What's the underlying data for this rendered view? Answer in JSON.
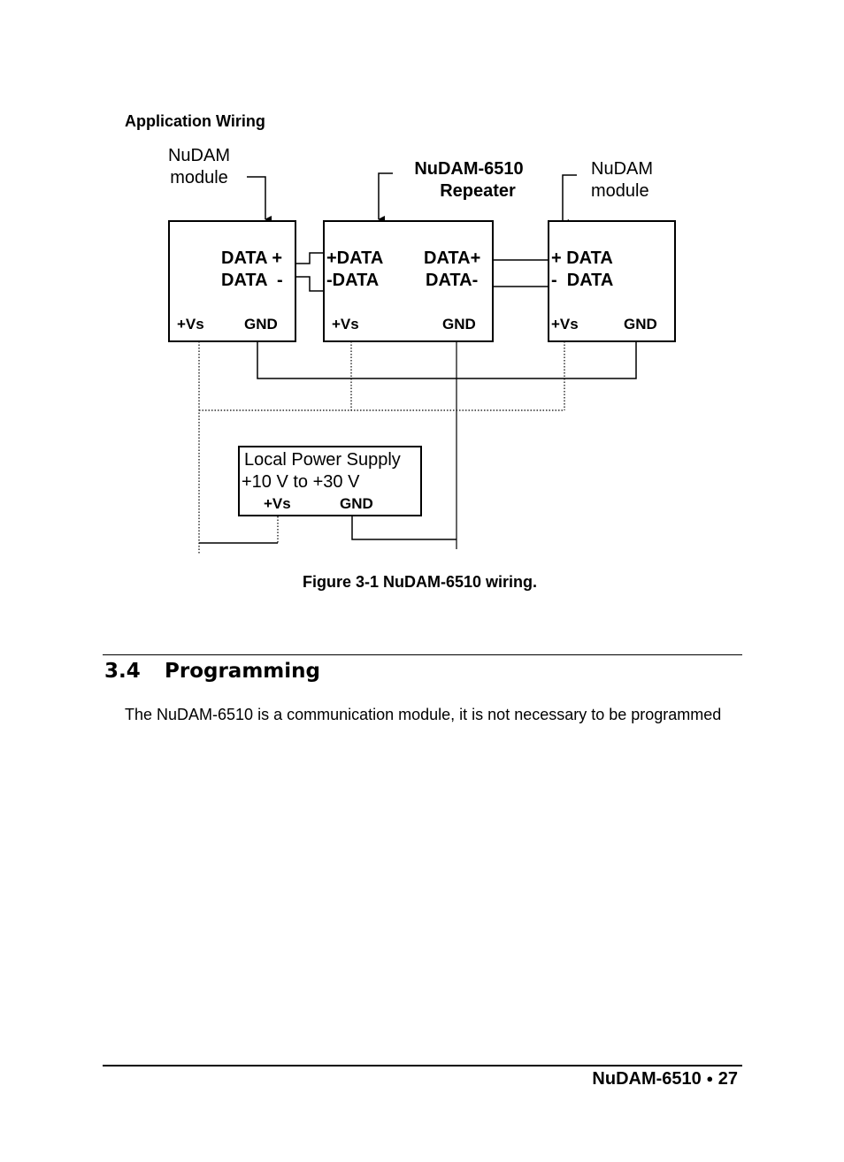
{
  "heading": "Application Wiring",
  "figure": {
    "left_module_label": [
      "NuDAM",
      "module"
    ],
    "repeater_label": [
      "NuDAM-6510",
      "Repeater"
    ],
    "right_module_label": [
      "NuDAM",
      "module"
    ],
    "left_module": {
      "data_plus": "DATA +",
      "data_minus": "DATA  -",
      "vs": "+Vs",
      "gnd": "GND"
    },
    "repeater": {
      "left_plus": "+DATA",
      "left_minus": "-DATA",
      "right_plus": "DATA+",
      "right_minus": "DATA-",
      "vs": "+Vs",
      "gnd": "GND"
    },
    "right_module": {
      "data_plus": "+ DATA",
      "data_minus": "-  DATA",
      "vs": "+Vs",
      "gnd": "GND"
    },
    "power_supply": {
      "title": "Local Power Supply",
      "range": "+10 V to +30 V",
      "vs": "+Vs",
      "gnd": "GND"
    },
    "caption": "Figure 3-1 NuDAM-6510 wiring."
  },
  "section": {
    "number": "3.4",
    "title": "Programming",
    "body": "The NuDAM-6510 is a communication module, it is not necessary to be programmed"
  },
  "footer": {
    "product": "NuDAM-6510",
    "bullet": "●",
    "page": "27"
  }
}
